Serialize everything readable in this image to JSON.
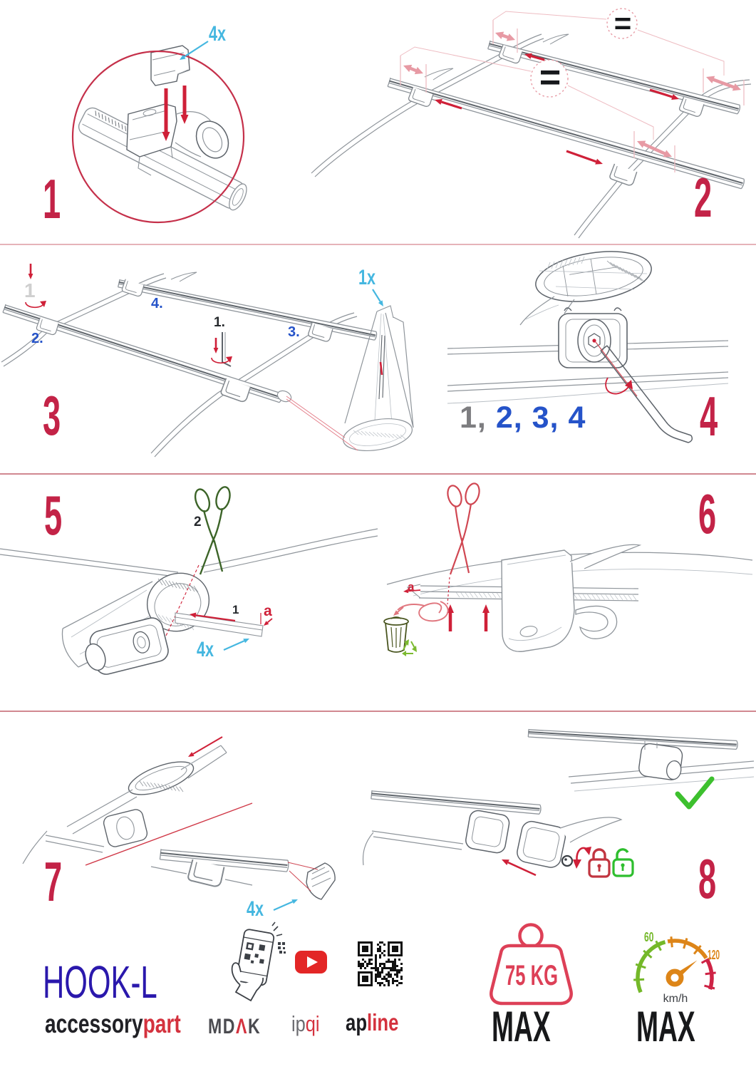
{
  "document": {
    "type": "assembly-instructions",
    "background": "#ffffff"
  },
  "palette": {
    "step_number_red": "#c32347",
    "arrow_red": "#cf2038",
    "measure_pink": "#e79aa4",
    "label_sky_blue": "#45b7e0",
    "label_royal_blue": "#2553c9",
    "line_gray": "#8f959b",
    "brand_indigo": "#2a18ac",
    "accent_red": "#d4323e",
    "ok_green": "#3dc02e"
  },
  "steps": {
    "step1": {
      "number": "1",
      "quantity_label": "4x"
    },
    "step2": {
      "number": "2",
      "equals_top": "=",
      "equals_mid": "="
    },
    "step3": {
      "number": "3",
      "quantity_label": "1x",
      "ghost_mark": "1",
      "marks": {
        "m1": "1.",
        "m2": "2.",
        "m3": "3.",
        "m4": "4."
      }
    },
    "step4": {
      "number": "4",
      "sequence_gray": "1,",
      "sequence_blue": " 2, 3, 4"
    },
    "step5": {
      "number": "5",
      "cut_mark": "2",
      "insert_mark": "1",
      "end_mark": "a",
      "quantity_label": "4x"
    },
    "step6": {
      "number": "6",
      "end_mark": "a"
    },
    "step7": {
      "number": "7",
      "quantity_label": "4x"
    },
    "step8": {
      "number": "8"
    }
  },
  "footer": {
    "product_name": "HOOK-L",
    "brand": {
      "black": "accessory",
      "red": "part"
    },
    "logos": {
      "mdak": {
        "pre": "MD",
        "accent": "Λ",
        "post": "K"
      },
      "ipqi": {
        "pre": "ip",
        "accent": "qi"
      },
      "apline": {
        "pre": "ap",
        "accent": "line"
      }
    },
    "max_load": {
      "value": "75 KG",
      "label": "MAX"
    },
    "max_speed": {
      "low": "60",
      "high": "120",
      "unit": "km/h",
      "label": "MAX"
    }
  }
}
